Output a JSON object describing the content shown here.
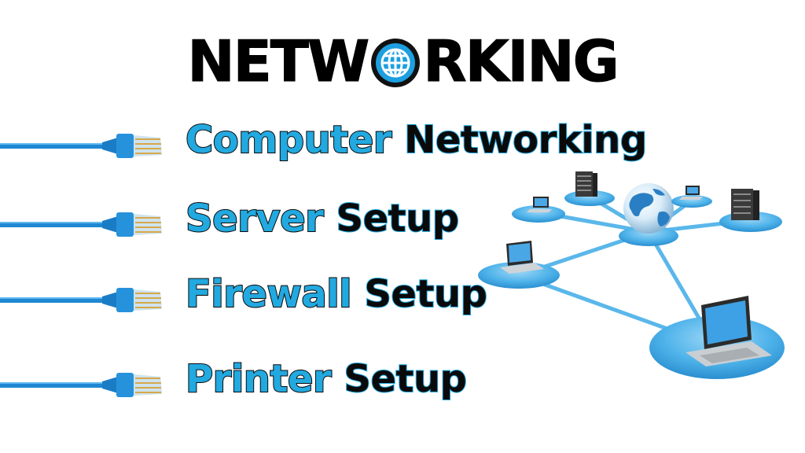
{
  "colors": {
    "title_text": "#0a0a0a",
    "accent_blue": "#22a9e0",
    "cable_blue": "#1e88d2",
    "node_blue": "#4fb3ea"
  },
  "title": {
    "before": "NETW",
    "after": "RKING",
    "o_icon": "globe-icon"
  },
  "services": [
    {
      "first": "Computer",
      "second": "Networking"
    },
    {
      "first": "Server",
      "second": "Setup"
    },
    {
      "first": "Firewall",
      "second": "Setup"
    },
    {
      "first": "Printer",
      "second": "Setup"
    }
  ],
  "diagram": {
    "hub_icon": "globe-icon",
    "nodes": [
      "laptop-icon",
      "server-rack-icon",
      "laptop-icon",
      "server-rack-icon",
      "laptop-icon",
      "laptop-icon"
    ]
  }
}
